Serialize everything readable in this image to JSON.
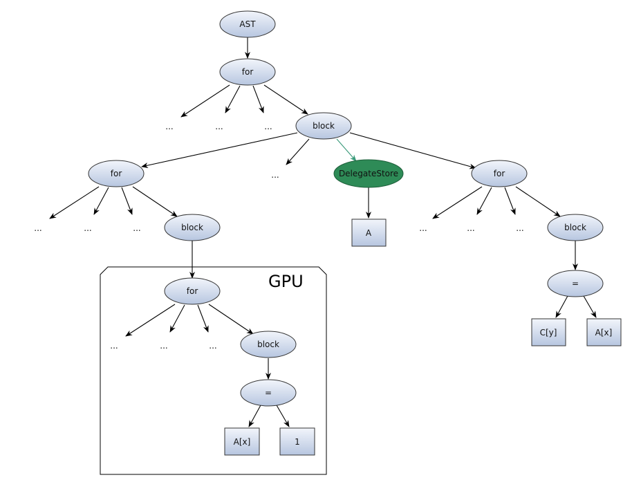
{
  "labels": {
    "ast": "AST",
    "for": "for",
    "block": "block",
    "delegate": "DelegateStore",
    "a": "A",
    "ellipsis": "...",
    "gpu": "GPU",
    "assign": "=",
    "ax": "A[x]",
    "one": "1",
    "cy": "C[y]"
  },
  "colors": {
    "node_fill_top": "#eef2fa",
    "node_fill_bottom": "#b9c8e2",
    "node_stroke": "#333333",
    "delegate_fill": "#2e8b57",
    "green_edge": "#3a9a7a"
  }
}
